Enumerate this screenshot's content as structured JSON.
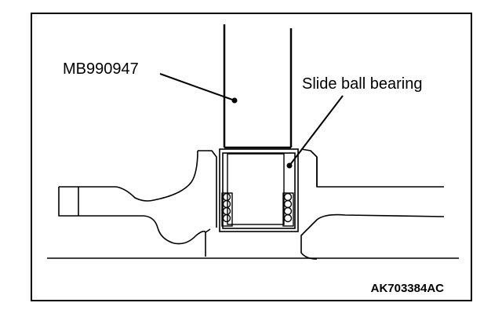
{
  "labels": {
    "tool": "MB990947",
    "part": "Slide ball bearing",
    "figure_code": "AK703384AC"
  },
  "colors": {
    "line": "#000000",
    "background": "#ffffff"
  }
}
